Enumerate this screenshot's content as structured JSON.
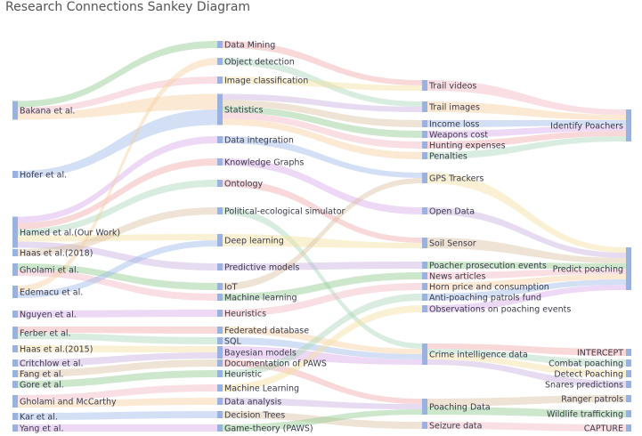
{
  "title": "Research Connections Sankey Diagram",
  "colors": {
    "node": "#7f9fd8",
    "link_palette": [
      "#8fc98f",
      "#f2b8c0",
      "#f7cfa0",
      "#9db8e8",
      "#d8a8e8",
      "#f0a8a8",
      "#a8d8b8",
      "#f5e0a0",
      "#c8b0e0",
      "#d9c0a0"
    ]
  },
  "nodes": [
    {
      "id": "bakana",
      "label": "Bakana et al.",
      "column": 0
    },
    {
      "id": "hofer",
      "label": "Hofer et al.",
      "column": 0
    },
    {
      "id": "hamed",
      "label": "Hamed et al.(Our Work)",
      "column": 0
    },
    {
      "id": "haas2018",
      "label": "Haas et al.(2018)",
      "column": 0
    },
    {
      "id": "gholami",
      "label": "Gholami et al.",
      "column": 0
    },
    {
      "id": "edemacu",
      "label": "Edemacu et al.",
      "column": 0
    },
    {
      "id": "nguyen",
      "label": "Nguyen et al.",
      "column": 0
    },
    {
      "id": "ferber",
      "label": "Ferber et al.",
      "column": 0
    },
    {
      "id": "haas2015",
      "label": "Haas et al.(2015)",
      "column": 0
    },
    {
      "id": "critchlow",
      "label": "Critchlow et al.",
      "column": 0
    },
    {
      "id": "fang",
      "label": "Fang et al.",
      "column": 0
    },
    {
      "id": "gore",
      "label": "Gore et al.",
      "column": 0
    },
    {
      "id": "gholamimc",
      "label": "Gholami and McCarthy",
      "column": 0
    },
    {
      "id": "kar",
      "label": "Kar et al.",
      "column": 0
    },
    {
      "id": "yang",
      "label": "Yang et al.",
      "column": 0
    },
    {
      "id": "datamining",
      "label": "Data Mining",
      "column": 1
    },
    {
      "id": "objdet",
      "label": "Object detection",
      "column": 1
    },
    {
      "id": "imgclass",
      "label": "Image classification",
      "column": 1
    },
    {
      "id": "statistics",
      "label": "Statistics",
      "column": 1
    },
    {
      "id": "dataint",
      "label": "Data integration",
      "column": 1
    },
    {
      "id": "kgraphs",
      "label": "Knowledge Graphs",
      "column": 1
    },
    {
      "id": "ontology",
      "label": "Ontology",
      "column": 1
    },
    {
      "id": "polsim",
      "label": "Political-ecological simulator",
      "column": 1
    },
    {
      "id": "deeplearn",
      "label": "Deep learning",
      "column": 1
    },
    {
      "id": "predmodels",
      "label": "Predictive models",
      "column": 1
    },
    {
      "id": "iot",
      "label": "IoT",
      "column": 1
    },
    {
      "id": "ml",
      "label": "Machine learning",
      "column": 1
    },
    {
      "id": "heuristics",
      "label": "Heuristics",
      "column": 1
    },
    {
      "id": "feddb",
      "label": "Federated database",
      "column": 1
    },
    {
      "id": "sql",
      "label": "SQL",
      "column": 1
    },
    {
      "id": "bayes",
      "label": "Bayesian models",
      "column": 1
    },
    {
      "id": "paws",
      "label": "Documentation of PAWS",
      "column": 1
    },
    {
      "id": "heuristic",
      "label": "Heuristic",
      "column": 1
    },
    {
      "id": "ML2",
      "label": "Machine Learning",
      "column": 1
    },
    {
      "id": "dataanalysis",
      "label": "Data analysis",
      "column": 1
    },
    {
      "id": "dtrees",
      "label": "Decision Trees",
      "column": 1
    },
    {
      "id": "gametheory",
      "label": "Game-theory (PAWS)",
      "column": 1
    },
    {
      "id": "trailvid",
      "label": "Trail videos",
      "column": 2
    },
    {
      "id": "trailimg",
      "label": "Trail images",
      "column": 2
    },
    {
      "id": "income",
      "label": "Income loss",
      "column": 2
    },
    {
      "id": "weapons",
      "label": "Weapons cost",
      "column": 2
    },
    {
      "id": "hunting",
      "label": "Hunting expenses",
      "column": 2
    },
    {
      "id": "penalties",
      "label": "Penalties",
      "column": 2
    },
    {
      "id": "gps",
      "label": "GPS Trackers",
      "column": 2
    },
    {
      "id": "opendata",
      "label": "Open Data",
      "column": 2
    },
    {
      "id": "soil",
      "label": "Soil Sensor",
      "column": 2
    },
    {
      "id": "prosecution",
      "label": "Poacher prosecution events",
      "column": 2
    },
    {
      "id": "news",
      "label": "News articles",
      "column": 2
    },
    {
      "id": "horn",
      "label": "Horn price and consumption",
      "column": 2
    },
    {
      "id": "antipoach",
      "label": "Anti-poaching patrols fund",
      "column": 2
    },
    {
      "id": "observations",
      "label": "Observations on poaching events",
      "column": 2
    },
    {
      "id": "crimeintel",
      "label": "Crime intelligence data",
      "column": 2
    },
    {
      "id": "poachingdata",
      "label": "Poaching Data",
      "column": 2
    },
    {
      "id": "seizure",
      "label": "Seizure data",
      "column": 2
    },
    {
      "id": "identify",
      "label": "Identify Poachers",
      "column": 3
    },
    {
      "id": "predict",
      "label": "Predict poaching",
      "column": 3
    },
    {
      "id": "intercept",
      "label": "INTERCEPT",
      "column": 3
    },
    {
      "id": "combat",
      "label": "Combat poaching",
      "column": 3
    },
    {
      "id": "detect",
      "label": "Detect Poaching",
      "column": 3
    },
    {
      "id": "snares",
      "label": "Snares predictions",
      "column": 3
    },
    {
      "id": "ranger",
      "label": "Ranger patrols",
      "column": 3
    },
    {
      "id": "wildlife",
      "label": "Wildlife trafficking",
      "column": 3
    },
    {
      "id": "capture",
      "label": "CAPTURE",
      "column": 3
    }
  ],
  "links": [
    {
      "source": "bakana",
      "target": "datamining",
      "value": 1
    },
    {
      "source": "bakana",
      "target": "imgclass",
      "value": 1
    },
    {
      "source": "bakana",
      "target": "statistics",
      "value": 1
    },
    {
      "source": "hofer",
      "target": "statistics",
      "value": 1
    },
    {
      "source": "hamed",
      "target": "dataint",
      "value": 1
    },
    {
      "source": "hamed",
      "target": "kgraphs",
      "value": 1
    },
    {
      "source": "hamed",
      "target": "ontology",
      "value": 1
    },
    {
      "source": "hamed",
      "target": "deeplearn",
      "value": 1
    },
    {
      "source": "hamed",
      "target": "predmodels",
      "value": 1
    },
    {
      "source": "haas2018",
      "target": "polsim",
      "value": 1
    },
    {
      "source": "gholami",
      "target": "iot",
      "value": 1
    },
    {
      "source": "gholami",
      "target": "ml",
      "value": 1
    },
    {
      "source": "edemacu",
      "target": "objdet",
      "value": 1
    },
    {
      "source": "edemacu",
      "target": "deeplearn",
      "value": 1
    },
    {
      "source": "nguyen",
      "target": "heuristics",
      "value": 1
    },
    {
      "source": "ferber",
      "target": "feddb",
      "value": 1
    },
    {
      "source": "ferber",
      "target": "sql",
      "value": 1
    },
    {
      "source": "haas2015",
      "target": "bayes",
      "value": 1
    },
    {
      "source": "critchlow",
      "target": "bayes",
      "value": 1
    },
    {
      "source": "fang",
      "target": "paws",
      "value": 1
    },
    {
      "source": "gore",
      "target": "heuristic",
      "value": 1
    },
    {
      "source": "gholamimc",
      "target": "ML2",
      "value": 1
    },
    {
      "source": "gholamimc",
      "target": "dataanalysis",
      "value": 1
    },
    {
      "source": "kar",
      "target": "dtrees",
      "value": 1
    },
    {
      "source": "yang",
      "target": "gametheory",
      "value": 1
    },
    {
      "source": "datamining",
      "target": "trailvid",
      "value": 1
    },
    {
      "source": "objdet",
      "target": "trailimg",
      "value": 1
    },
    {
      "source": "imgclass",
      "target": "trailvid",
      "value": 1
    },
    {
      "source": "statistics",
      "target": "trailimg",
      "value": 1
    },
    {
      "source": "statistics",
      "target": "income",
      "value": 1
    },
    {
      "source": "statistics",
      "target": "weapons",
      "value": 1
    },
    {
      "source": "statistics",
      "target": "hunting",
      "value": 1
    },
    {
      "source": "statistics",
      "target": "penalties",
      "value": 1
    },
    {
      "source": "dataint",
      "target": "gps",
      "value": 1
    },
    {
      "source": "kgraphs",
      "target": "opendata",
      "value": 1
    },
    {
      "source": "ontology",
      "target": "soil",
      "value": 1
    },
    {
      "source": "polsim",
      "target": "crimeintel",
      "value": 1
    },
    {
      "source": "deeplearn",
      "target": "soil",
      "value": 1
    },
    {
      "source": "predmodels",
      "target": "prosecution",
      "value": 1
    },
    {
      "source": "iot",
      "target": "gps",
      "value": 1
    },
    {
      "source": "ml",
      "target": "news",
      "value": 1
    },
    {
      "source": "heuristics",
      "target": "horn",
      "value": 1
    },
    {
      "source": "feddb",
      "target": "crimeintel",
      "value": 1
    },
    {
      "source": "sql",
      "target": "crimeintel",
      "value": 1
    },
    {
      "source": "bayes",
      "target": "crimeintel",
      "value": 1
    },
    {
      "source": "paws",
      "target": "poachingdata",
      "value": 1
    },
    {
      "source": "heuristic",
      "target": "antipoach",
      "value": 1
    },
    {
      "source": "ML2",
      "target": "observations",
      "value": 1
    },
    {
      "source": "dataanalysis",
      "target": "poachingdata",
      "value": 1
    },
    {
      "source": "dtrees",
      "target": "seizure",
      "value": 1
    },
    {
      "source": "gametheory",
      "target": "poachingdata",
      "value": 1
    },
    {
      "source": "trailvid",
      "target": "identify",
      "value": 1
    },
    {
      "source": "trailimg",
      "target": "identify",
      "value": 1
    },
    {
      "source": "income",
      "target": "identify",
      "value": 1
    },
    {
      "source": "weapons",
      "target": "identify",
      "value": 1
    },
    {
      "source": "hunting",
      "target": "identify",
      "value": 1
    },
    {
      "source": "penalties",
      "target": "identify",
      "value": 1
    },
    {
      "source": "gps",
      "target": "predict",
      "value": 1
    },
    {
      "source": "opendata",
      "target": "predict",
      "value": 1
    },
    {
      "source": "soil",
      "target": "predict",
      "value": 1
    },
    {
      "source": "prosecution",
      "target": "predict",
      "value": 1
    },
    {
      "source": "news",
      "target": "predict",
      "value": 1
    },
    {
      "source": "horn",
      "target": "predict",
      "value": 1
    },
    {
      "source": "antipoach",
      "target": "predict",
      "value": 1
    },
    {
      "source": "observations",
      "target": "predict",
      "value": 1
    },
    {
      "source": "crimeintel",
      "target": "intercept",
      "value": 1
    },
    {
      "source": "crimeintel",
      "target": "combat",
      "value": 1
    },
    {
      "source": "crimeintel",
      "target": "detect",
      "value": 1
    },
    {
      "source": "crimeintel",
      "target": "snares",
      "value": 1
    },
    {
      "source": "poachingdata",
      "target": "ranger",
      "value": 1
    },
    {
      "source": "poachingdata",
      "target": "wildlife",
      "value": 1
    },
    {
      "source": "seizure",
      "target": "capture",
      "value": 1
    }
  ]
}
